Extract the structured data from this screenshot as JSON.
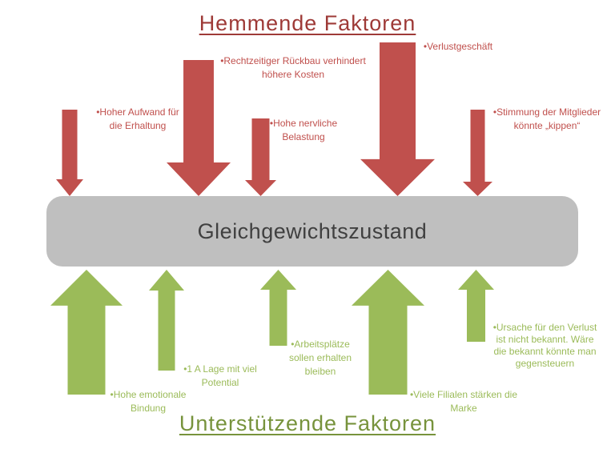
{
  "titles": {
    "top": "Hemmende Faktoren",
    "bottom": "Unterstützende Faktoren"
  },
  "state": {
    "label": "Gleichgewichtszustand"
  },
  "inhibiting_factors": [
    {
      "label": "•Hoher Aufwand für\ndie Erhaltung",
      "arrow_size": "small"
    },
    {
      "label": "•Rechtzeitiger Rückbau verhindert\nhöhere Kosten",
      "arrow_size": "large"
    },
    {
      "label": "•Hohe nervliche\nBelastung",
      "arrow_size": "small"
    },
    {
      "label": "•Verlustgeschäft",
      "arrow_size": "large"
    },
    {
      "label": "•Stimmung der Mitglieder\nkönnte „kippen“",
      "arrow_size": "small"
    }
  ],
  "supporting_factors": [
    {
      "label": "•Hohe emotionale\nBindung",
      "arrow_size": "large"
    },
    {
      "label": "•1 A Lage mit viel\nPotential",
      "arrow_size": "medium"
    },
    {
      "label": "•Arbeitsplätze\nsollen erhalten\nbleiben",
      "arrow_size": "medium"
    },
    {
      "label": "•Viele Filialen stärken die\nMarke",
      "arrow_size": "large"
    },
    {
      "label": "•Ursache für den Verlust\nist nicht bekannt. Wäre\ndie bekannt könnte  man\ngegensteuern",
      "arrow_size": "small"
    }
  ],
  "colors": {
    "inhibiting_arrow": "#C0504D",
    "inhibiting_text": "#C0504D",
    "inhibiting_title": "#9E3A37",
    "supporting_arrow": "#9BBB59",
    "supporting_text": "#9BBB59",
    "supporting_title": "#77933C",
    "state_bar_fill": "#BFBFBF",
    "state_bar_text": "#404040"
  }
}
